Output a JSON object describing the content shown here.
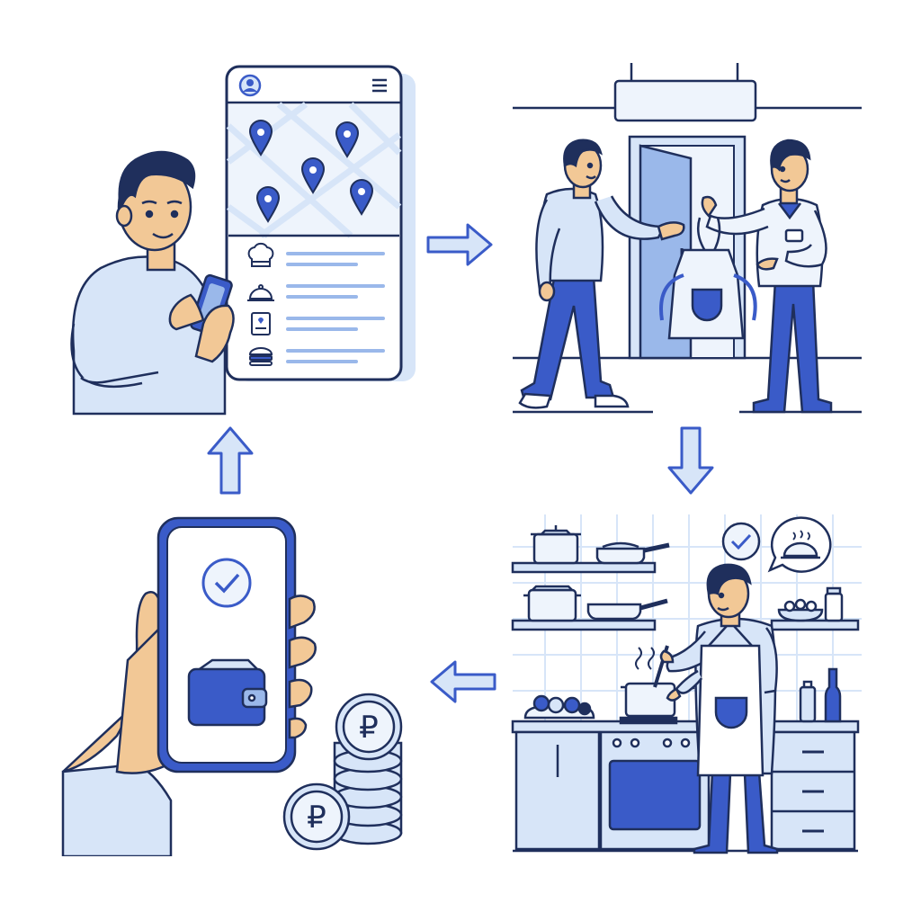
{
  "colors": {
    "ink": "#1f2f5c",
    "accent": "#3a5bc8",
    "light": "#d7e5f8",
    "pale": "#eef4fc",
    "skin": "#f2c896",
    "hair": "#1f2f5c",
    "white": "#ffffff",
    "flame": "#e0533a"
  },
  "steps": [
    {
      "id": "find-restaurant",
      "icons": [
        "user-avatar-icon",
        "menu-icon",
        "map-pin-icon",
        "chef-hat-icon",
        "cloche-icon",
        "menu-card-icon",
        "burger-icon"
      ]
    },
    {
      "id": "hired-receive-apron",
      "icons": [
        "apron-icon",
        "badge-icon"
      ]
    },
    {
      "id": "cook-in-kitchen",
      "icons": [
        "check-circle-icon",
        "cloche-speech-icon",
        "pot-icon",
        "stove-icon"
      ]
    },
    {
      "id": "get-paid",
      "icons": [
        "check-circle-icon",
        "wallet-icon",
        "ruble-coin-icon"
      ]
    }
  ],
  "flow_arrows": [
    "right",
    "down",
    "left",
    "up"
  ],
  "currency_symbol": "₽"
}
